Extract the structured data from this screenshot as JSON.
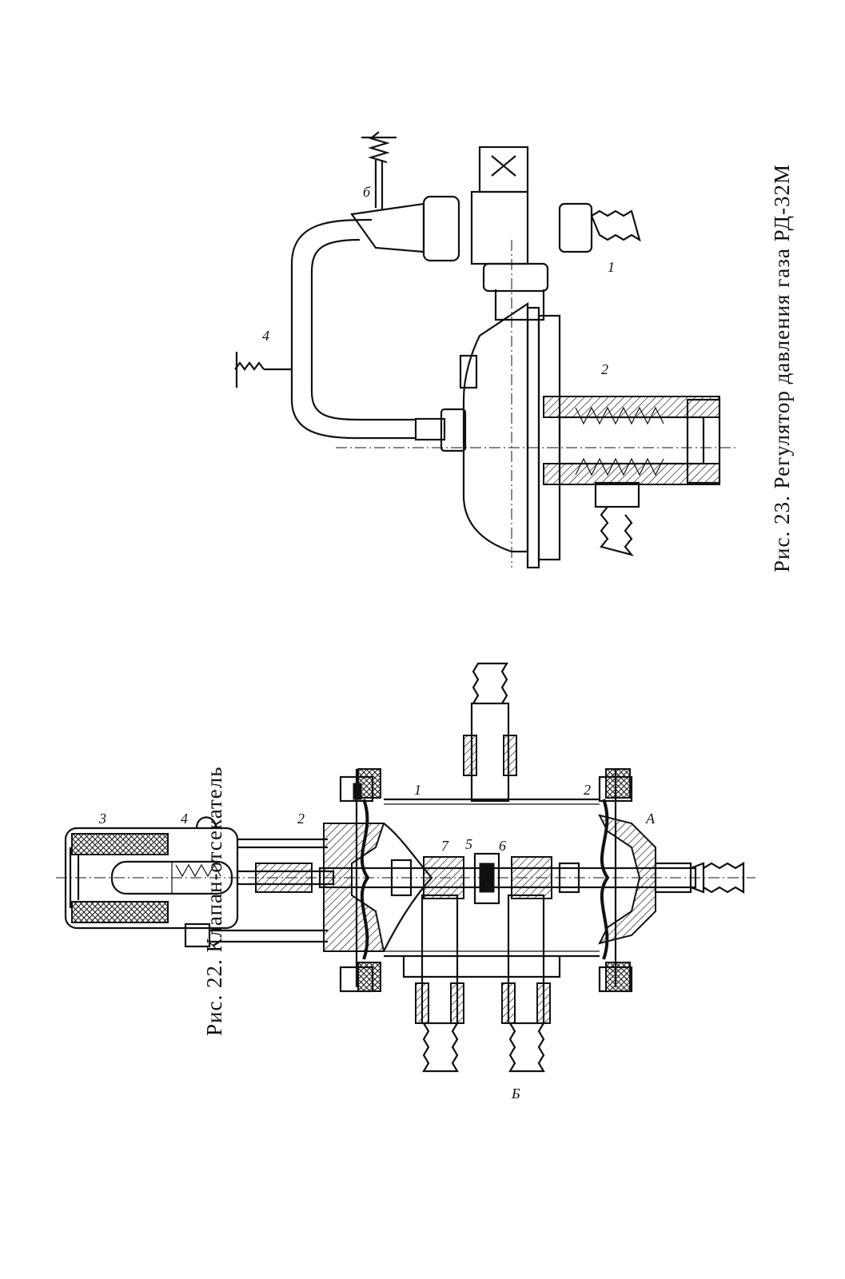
{
  "figures": [
    {
      "id": "fig22",
      "caption": "Рис. 22. Клапан-отсекатель",
      "labels": [
        "3",
        "4",
        "2",
        "1",
        "7",
        "5",
        "6",
        "2",
        "А",
        "Б"
      ]
    },
    {
      "id": "fig23",
      "caption": "Рис. 23. Регулятор давления газа РД-32М",
      "labels": [
        "б",
        "1",
        "4",
        "2"
      ]
    }
  ]
}
